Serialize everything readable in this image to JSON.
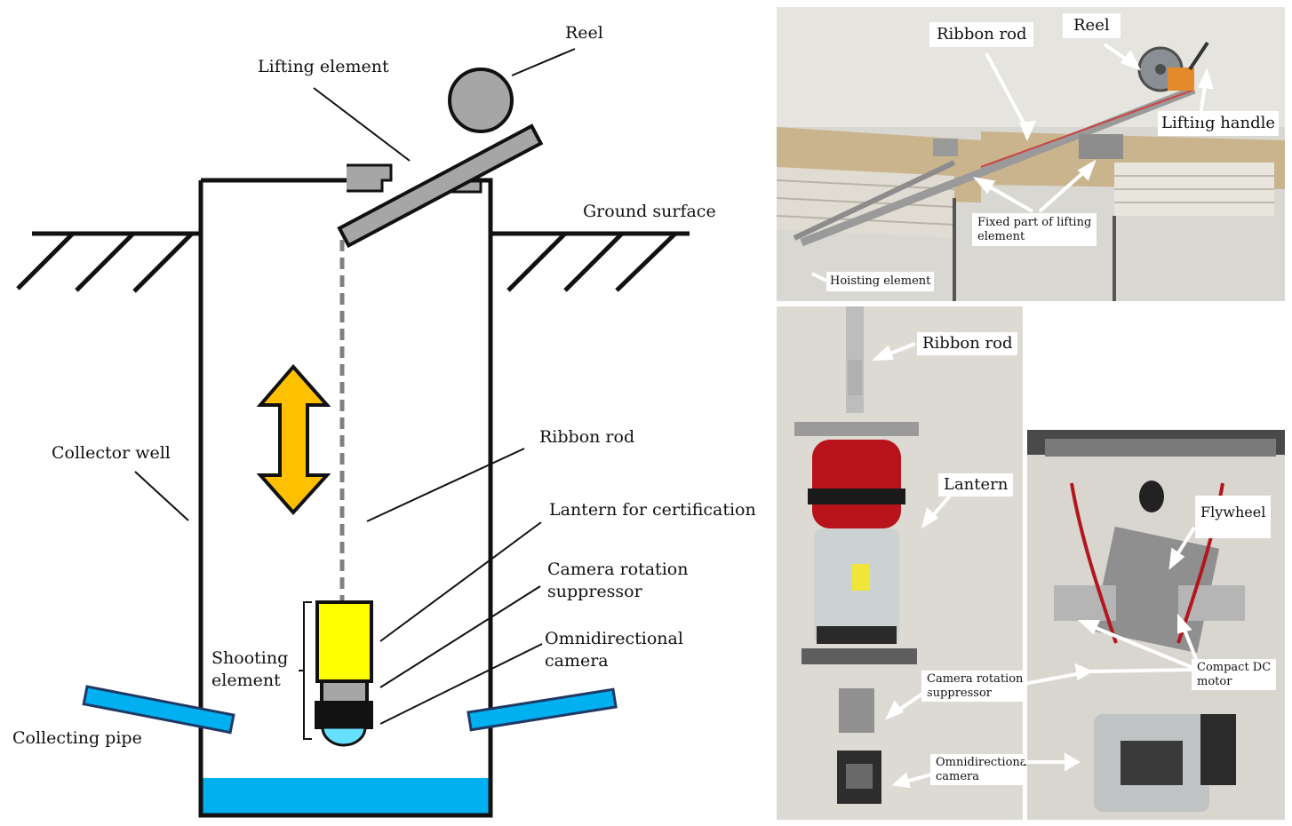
{
  "diagram": {
    "labels": {
      "reel": "Reel",
      "lifting_element": "Lifting element",
      "ground_surface": "Ground surface",
      "collector_well": "Collector well",
      "ribbon_rod": "Ribbon rod",
      "lantern": "Lantern for certification",
      "camera_rotation_line1": "Camera rotation",
      "camera_rotation_line2": "suppressor",
      "omni_line1": "Omnidirectional",
      "omni_line2": "camera",
      "shooting_line1": "Shooting",
      "shooting_line2": "element",
      "collecting_pipe": "Collecting pipe"
    },
    "colors": {
      "water": "#00b0f0",
      "pipe": "#00b0f0",
      "arrow": "#ffc000",
      "lantern": "#ffff00",
      "reel": "#a6a6a6",
      "lens": "#66e0ff"
    }
  },
  "photos": {
    "top": {
      "ribbon_rod": "Ribbon rod",
      "reel": "Reel",
      "lifting_handle": "Lifting handle",
      "fixed_part_line1": "Fixed part of lifting",
      "fixed_part_line2": "element",
      "hoisting_element": "Hoisting element"
    },
    "bottom_left": {
      "ribbon_rod": "Ribbon rod",
      "lantern": "Lantern",
      "camera_rotation_line1": "Camera rotation",
      "camera_rotation_line2": "suppressor",
      "omni_line1": "Omnidirectional",
      "omni_line2": "camera"
    },
    "bottom_right": {
      "flywheel": "Flywheel",
      "motor_line1": "Compact DC",
      "motor_line2": "motor"
    }
  }
}
